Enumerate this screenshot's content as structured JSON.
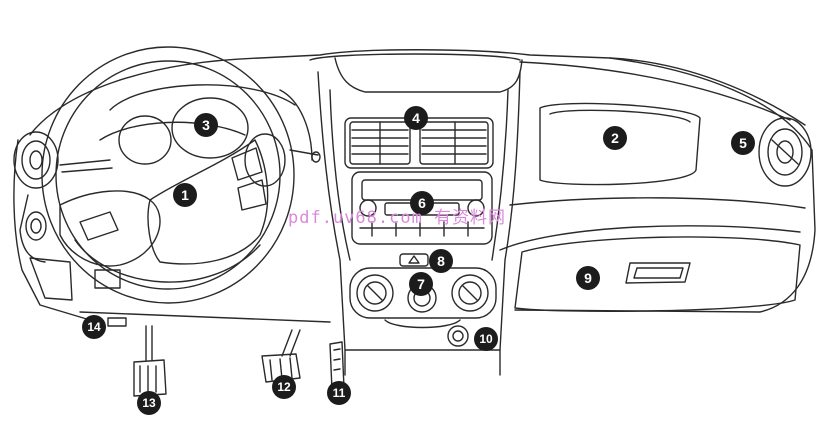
{
  "callouts": [
    {
      "id": "1",
      "label": "1"
    },
    {
      "id": "2",
      "label": "2"
    },
    {
      "id": "3",
      "label": "3"
    },
    {
      "id": "4",
      "label": "4"
    },
    {
      "id": "5",
      "label": "5"
    },
    {
      "id": "6",
      "label": "6"
    },
    {
      "id": "7",
      "label": "7"
    },
    {
      "id": "8",
      "label": "8"
    },
    {
      "id": "9",
      "label": "9"
    },
    {
      "id": "10",
      "label": "10"
    },
    {
      "id": "11",
      "label": "11"
    },
    {
      "id": "12",
      "label": "12"
    },
    {
      "id": "13",
      "label": "13"
    },
    {
      "id": "14",
      "label": "14"
    }
  ],
  "watermark": {
    "text": "pdf.uv68.com 有资料网",
    "color": "#d98ad9"
  },
  "colors": {
    "line": "#2a2a2a",
    "callout_fill": "#1c1c1c",
    "callout_text": "#ffffff",
    "background": "#ffffff"
  }
}
